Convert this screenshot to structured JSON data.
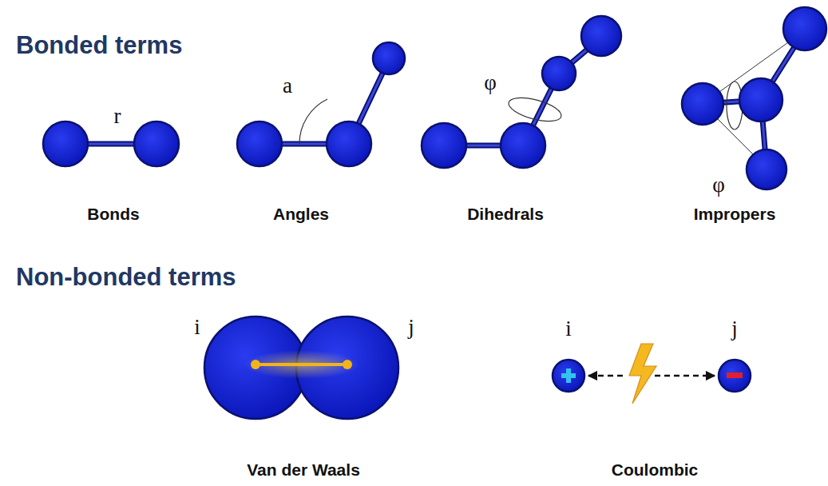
{
  "diagram": {
    "labels": [
      "Bonded terms",
      "r",
      "a",
      "φ",
      "φ",
      "Bonds",
      "Angles",
      "Dihedrals",
      "Impropers",
      "Non-bonded terms",
      "i",
      "j",
      "i",
      "j",
      "Van der Waals",
      "Coulombic"
    ]
  }
}
